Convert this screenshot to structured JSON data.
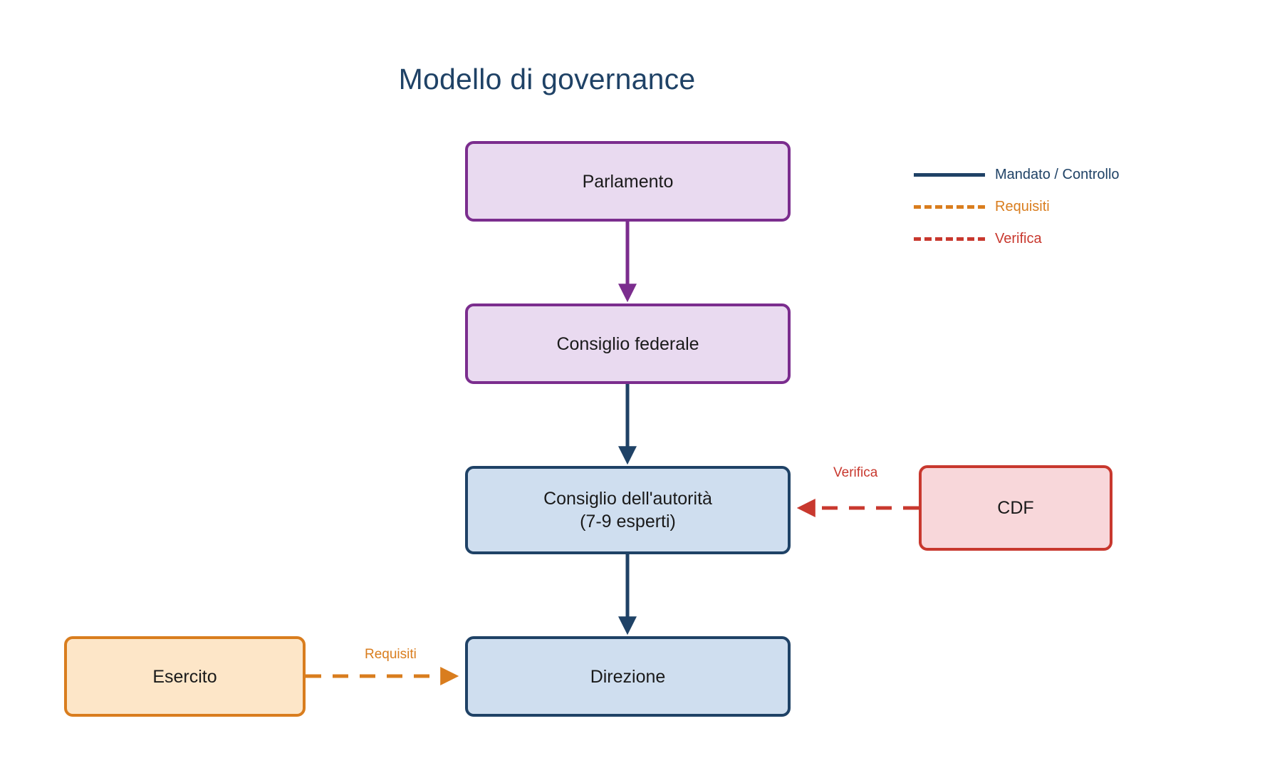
{
  "title": "Modello di governance",
  "colors": {
    "title": "#1f4266",
    "mandato": "#1f4266",
    "requisiti": "#d97d1e",
    "verifica": "#c8382e",
    "purple_border": "#7b2d8e",
    "purple_fill": "#e9daf0",
    "blue_border": "#1f4266",
    "blue_fill": "#cfdeef",
    "red_border": "#c8382e",
    "red_fill": "#f8d7da",
    "orange_border": "#d97d1e",
    "orange_fill": "#fde6c8"
  },
  "chart_data": {
    "type": "diagram",
    "title": "Modello di governance",
    "nodes": [
      {
        "id": "parlamento",
        "label": "Parlamento",
        "style": "purple"
      },
      {
        "id": "consiglio_federale",
        "label": "Consiglio federale",
        "style": "purple"
      },
      {
        "id": "consiglio_autorita",
        "label_line1": "Consiglio dell'autorità",
        "label_line2": "(7-9 esperti)",
        "style": "blue"
      },
      {
        "id": "direzione",
        "label": "Direzione",
        "style": "blue"
      },
      {
        "id": "cdf",
        "label": "CDF",
        "style": "red"
      },
      {
        "id": "esercito",
        "label": "Esercito",
        "style": "orange"
      }
    ],
    "edges": [
      {
        "from": "parlamento",
        "to": "consiglio_federale",
        "kind": "Mandato / Controllo",
        "line": "solid",
        "color": "#7b2d8e",
        "label": ""
      },
      {
        "from": "consiglio_federale",
        "to": "consiglio_autorita",
        "kind": "Mandato / Controllo",
        "line": "solid",
        "color": "#1f4266",
        "label": ""
      },
      {
        "from": "consiglio_autorita",
        "to": "direzione",
        "kind": "Mandato / Controllo",
        "line": "solid",
        "color": "#1f4266",
        "label": ""
      },
      {
        "from": "cdf",
        "to": "consiglio_autorita",
        "kind": "Verifica",
        "line": "dashed",
        "color": "#c8382e",
        "label": "Verifica"
      },
      {
        "from": "esercito",
        "to": "direzione",
        "kind": "Requisiti",
        "line": "dashed",
        "color": "#d97d1e",
        "label": "Requisiti"
      }
    ]
  },
  "nodes": {
    "parlamento": {
      "label": "Parlamento"
    },
    "consiglio_federale": {
      "label": "Consiglio federale"
    },
    "consiglio_autorita": {
      "line1": "Consiglio dell'autorità",
      "line2": "(7-9 esperti)"
    },
    "direzione": {
      "label": "Direzione"
    },
    "cdf": {
      "label": "CDF"
    },
    "esercito": {
      "label": "Esercito"
    }
  },
  "edge_labels": {
    "verifica": "Verifica",
    "requisiti": "Requisiti"
  },
  "legend": {
    "items": [
      {
        "label": "Mandato / Controllo",
        "style": "solid",
        "color": "#1f4266"
      },
      {
        "label": "Requisiti",
        "style": "dashed",
        "color": "#d97d1e"
      },
      {
        "label": "Verifica",
        "style": "dashed",
        "color": "#c8382e"
      }
    ]
  }
}
